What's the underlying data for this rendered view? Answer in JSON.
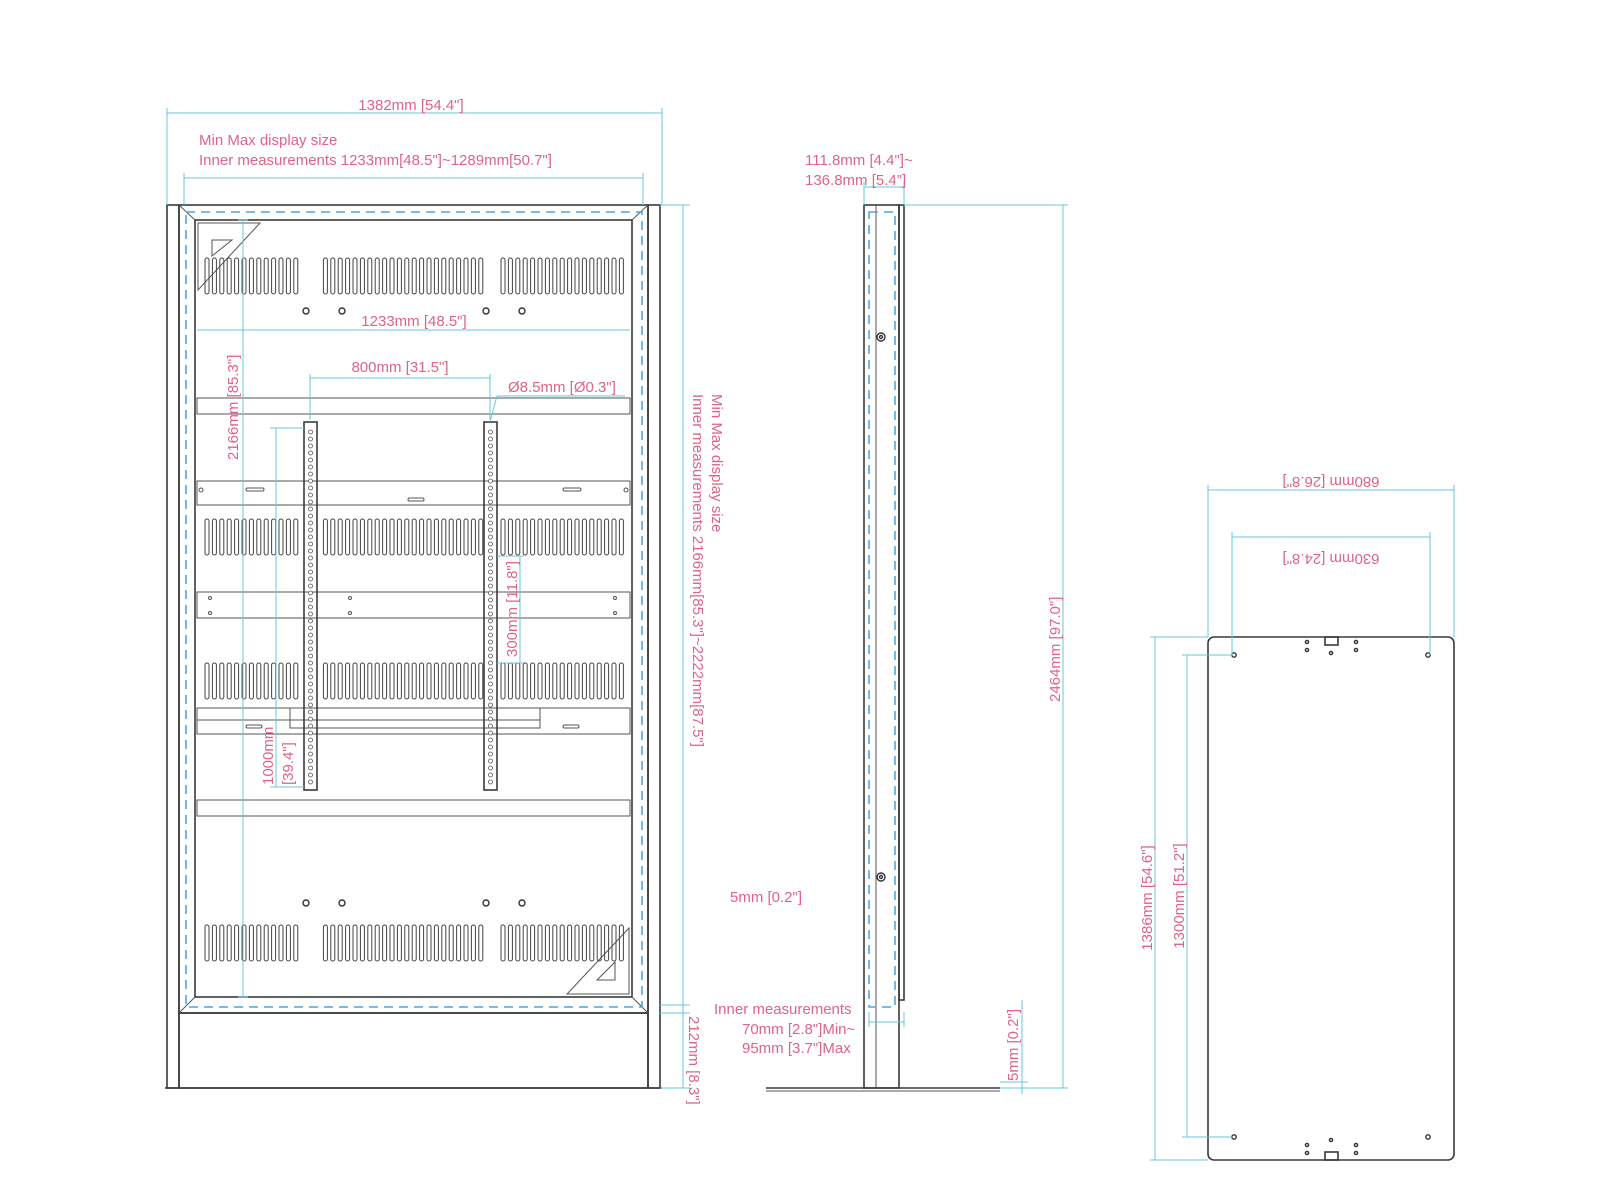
{
  "colors": {
    "label": "#e06385",
    "dimension": "#66c7dd",
    "dashed": "#4fa6dd",
    "line": "#3a3a3a"
  },
  "front": {
    "overall_width": "1382mm [54.4\"]",
    "display_size_line1": "Min Max display size",
    "display_size_line2": "Inner measurements 1233mm[48.5\"]~1289mm[50.7\"]",
    "inner_width": "1233mm [48.5\"]",
    "vesa_width": "800mm [31.5\"]",
    "hole": "Ø8.5mm [Ø0.3\"]",
    "inner_height": "2166mm [85.3\"]",
    "vesa_300": "300mm [11.8\"]",
    "vesa_1000_a": "1000mm",
    "vesa_1000_b": "[39.4\"]",
    "height_range_line1": "Min Max display size",
    "height_range_line2": "Inner measurements 2166mm[85.3\"]~2222mm[87.5\"]",
    "base_height": "212mm [8.3\"]",
    "gap": "5mm [0.2\"]"
  },
  "side": {
    "depth_line1": "111.8mm [4.4\"]~",
    "depth_line2": "136.8mm [5.4\"]",
    "overall_height": "2464mm [97.0\"]",
    "inner_line1": "Inner measurements",
    "inner_line2": "70mm [2.8\"]Min~",
    "inner_line3": "95mm [3.7\"]Max",
    "foot_gap": "5mm [0.2\"]"
  },
  "base": {
    "width_outer": "680mm [26.8\"]",
    "width_inner": "630mm [24.8\"]",
    "depth_outer": "1386mm [54.6\"]",
    "depth_inner": "1300mm [51.2\"]"
  }
}
